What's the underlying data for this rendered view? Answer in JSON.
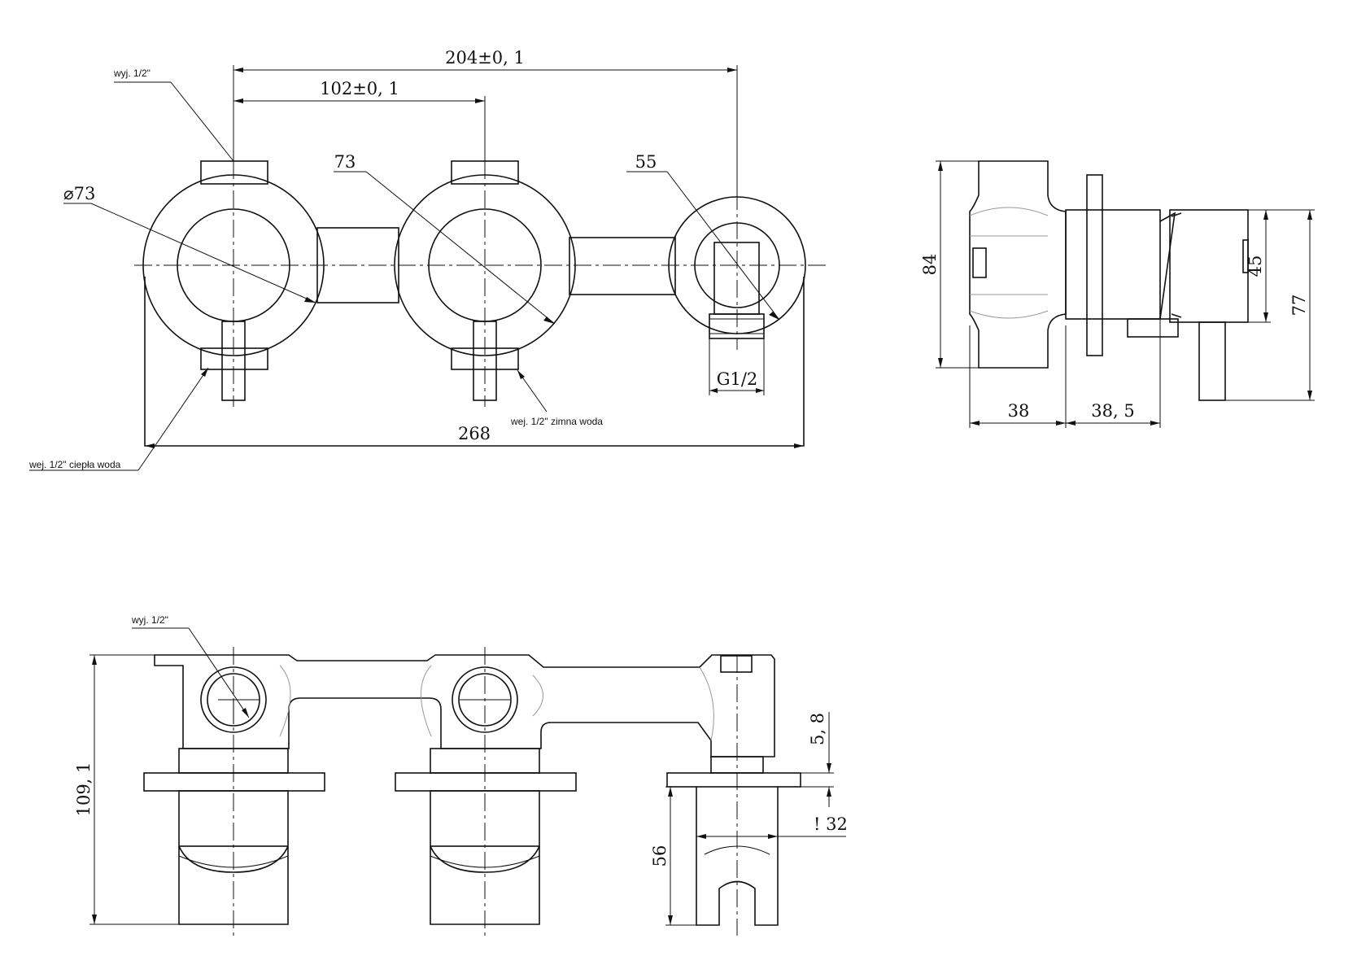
{
  "labels": {
    "outlet_top": "wyj. 1/2\"",
    "outlet_bottom": "wyj. 1/2\"",
    "inlet_cold": "wej. 1/2\" zimna woda",
    "inlet_hot": "wej. 1/2\" ciepła woda"
  },
  "dimensions": {
    "spacing_total": "204±0, 1",
    "spacing_half": "102±0, 1",
    "diameter_left": "⌀73",
    "diameter_mid": "73",
    "diameter_outlet": "55",
    "thread": "G1/2",
    "overall_width": "268",
    "side_height": "84",
    "side_depth_body": "38",
    "side_depth_front": "38, 5",
    "side_lever_height": "45",
    "side_total_height": "77",
    "bottom_height": "109, 1",
    "holder_gap": "5, 8",
    "holder_width": "! 32",
    "holder_height": "56"
  }
}
